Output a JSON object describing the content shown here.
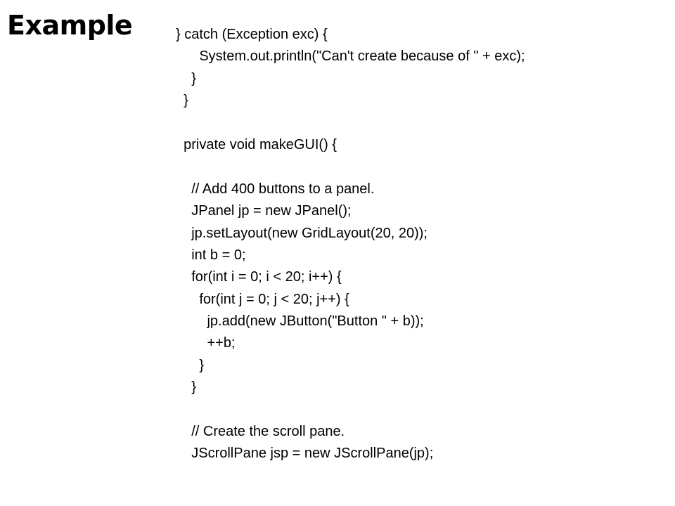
{
  "slide": {
    "title": "Example"
  },
  "code": {
    "lines": [
      "} catch (Exception exc) {",
      "      System.out.println(\"Can't create because of \" + exc);",
      "    }",
      "  }",
      "",
      "  private void makeGUI() {",
      "",
      "    // Add 400 buttons to a panel.",
      "    JPanel jp = new JPanel();",
      "    jp.setLayout(new GridLayout(20, 20));",
      "    int b = 0;",
      "    for(int i = 0; i < 20; i++) {",
      "      for(int j = 0; j < 20; j++) {",
      "        jp.add(new JButton(\"Button \" + b));",
      "        ++b;",
      "      }",
      "    }",
      "",
      "    // Create the scroll pane.",
      "    JScrollPane jsp = new JScrollPane(jp);"
    ]
  }
}
